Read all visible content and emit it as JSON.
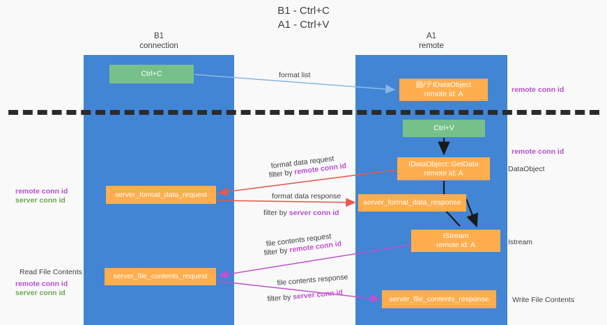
{
  "title": "B1 - Ctrl+C\nA1 - Ctrl+V",
  "lanes": [
    {
      "name": "b1",
      "header": "B1\nconnection",
      "color": "#4285d4"
    },
    {
      "name": "a1",
      "header": "A1\nremote",
      "color": "#4285d4"
    }
  ],
  "colors": {
    "lane": "#4285d4",
    "green_node": "#76c18a",
    "orange_node": "#ffad4d",
    "purple_text": "#b44fd0",
    "green_text": "#6aa84f",
    "red_arrow": "#e8584f",
    "magenta_arrow": "#c34fd0",
    "blue_arrow": "#8ab7e8",
    "black_arrow": "#1a1a1a",
    "divider": "#2b2b2b",
    "background": "#f9f9f9"
  },
  "nodes": {
    "ctrl_c": {
      "label": "Ctrl+C",
      "kind": "green"
    },
    "idataobject": {
      "label": "固/テIDataObject",
      "sub": "remote id: A",
      "kind": "orange"
    },
    "ctrl_v": {
      "label": "Ctrl+V",
      "kind": "green"
    },
    "getdata": {
      "label": "IDataObject::GetData",
      "sub": "remote id: A",
      "kind": "orange"
    },
    "server_format_data_request": {
      "label": "server_format_data_request",
      "kind": "orange"
    },
    "server_format_data_response": {
      "label": "server_format_data_response",
      "kind": "orange"
    },
    "istream": {
      "label": "IStream",
      "sub": "remote id: A",
      "kind": "orange"
    },
    "server_file_contents_request": {
      "label": "server_file_contents_request",
      "kind": "orange"
    },
    "server_file_contents_response": {
      "label": "server_file_contents_response",
      "kind": "orange"
    }
  },
  "edge_labels": {
    "format_list": "format list",
    "format_data_request": "format data request",
    "format_data_request_filter_prefix": "filter by ",
    "format_data_request_filter_key": "remote conn id",
    "format_data_response": "format data response",
    "format_data_response_filter_prefix": "filter by ",
    "format_data_response_filter_key": "server conn id",
    "file_contents_request": "file contents request",
    "file_contents_request_filter_prefix": "filter by ",
    "file_contents_request_filter_key": "remote conn id",
    "file_contents_response": "file contents response",
    "file_contents_response_filter_prefix": "filter by ",
    "file_contents_response_filter_key": "server conn id"
  },
  "side_labels": {
    "remote_conn_id_top": "remote conn id",
    "remote_conn_id_mid": "remote conn id",
    "dataobject": "DataObject",
    "istream": "Istream",
    "write_file_contents": "Write File Contents",
    "read_file_contents": "Read File Contents",
    "left_remote_conn_id_mid": "remote conn id",
    "left_server_conn_id_mid": "server conn id",
    "left_remote_conn_id_bottom": "remote conn id",
    "left_server_conn_id_bottom": "server conn id"
  }
}
